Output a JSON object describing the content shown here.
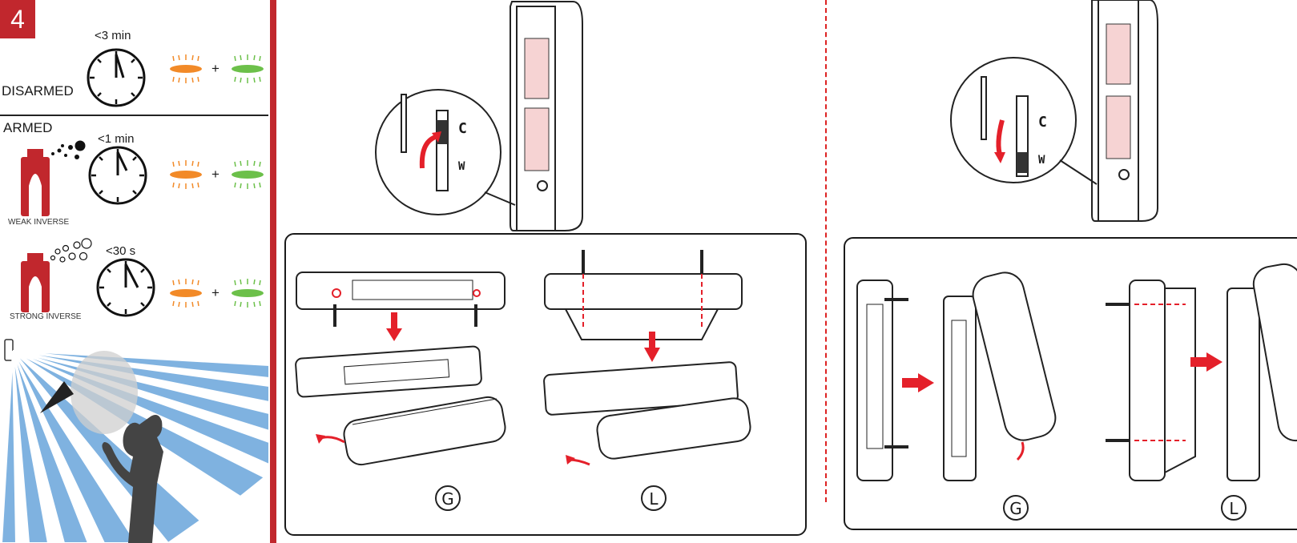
{
  "step_number": "4",
  "disarmed": {
    "time": "<3 min",
    "label": "DISARMED"
  },
  "armed": {
    "heading": "ARMED"
  },
  "weak_inverse": {
    "time": "<1 min",
    "label": "WEAK INVERSE"
  },
  "strong_inverse": {
    "time": "<30 s",
    "label": "STRONG INVERSE"
  },
  "plus_sign": "+",
  "colors": {
    "accent_red": "#c1272d",
    "led_orange": "#f28a28",
    "led_green": "#6cc04a",
    "beam_blue": "#7fb2e0",
    "battery_pink": "#f6d3d3"
  },
  "switch_labels": {
    "c": "C",
    "w": "W"
  },
  "mount_labels": {
    "g": "G",
    "l": "L"
  },
  "icons": [
    "clock-icon",
    "led-orange-icon",
    "led-green-icon",
    "spray-can-icon",
    "person-silhouette",
    "screw-icon",
    "red-arrow-icon"
  ]
}
